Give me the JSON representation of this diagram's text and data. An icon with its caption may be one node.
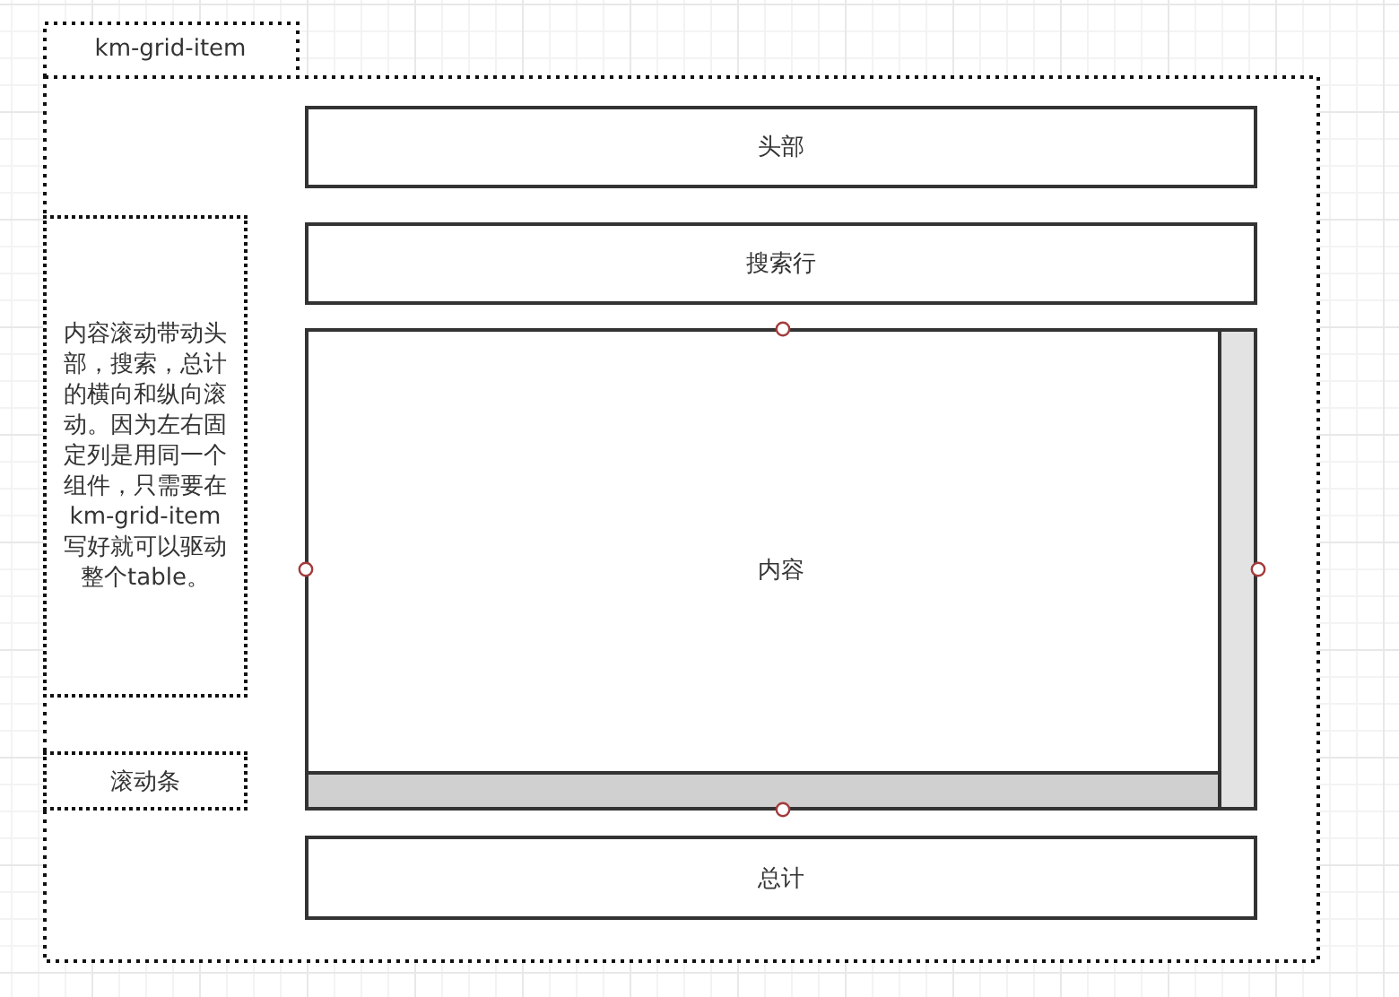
{
  "diagram": {
    "nodes": [
      {
        "text": [
          "km-grid-item"
        ]
      },
      {
        "text": [
          "头部"
        ],
        "in": 0
      },
      {
        "text": [
          "搜索行"
        ],
        "in": 0
      },
      {
        "text": [
          "内容"
        ],
        "in": 0
      },
      {
        "text": [],
        "shape": "bar",
        "in": 3
      },
      {
        "text": [],
        "shape": "bar",
        "in": 3
      },
      {
        "text": [
          "总计"
        ],
        "in": 0
      },
      {
        "text": [
          "内容滚动带动头部，搜索，总计的横向和纵向滚动。因为左右固定列是用同一个组件，只需要在km-grid-item写好就可以驱动整个table。"
        ],
        "in": 0
      },
      {
        "text": [
          "滚动条"
        ],
        "in": 0
      }
    ]
  }
}
